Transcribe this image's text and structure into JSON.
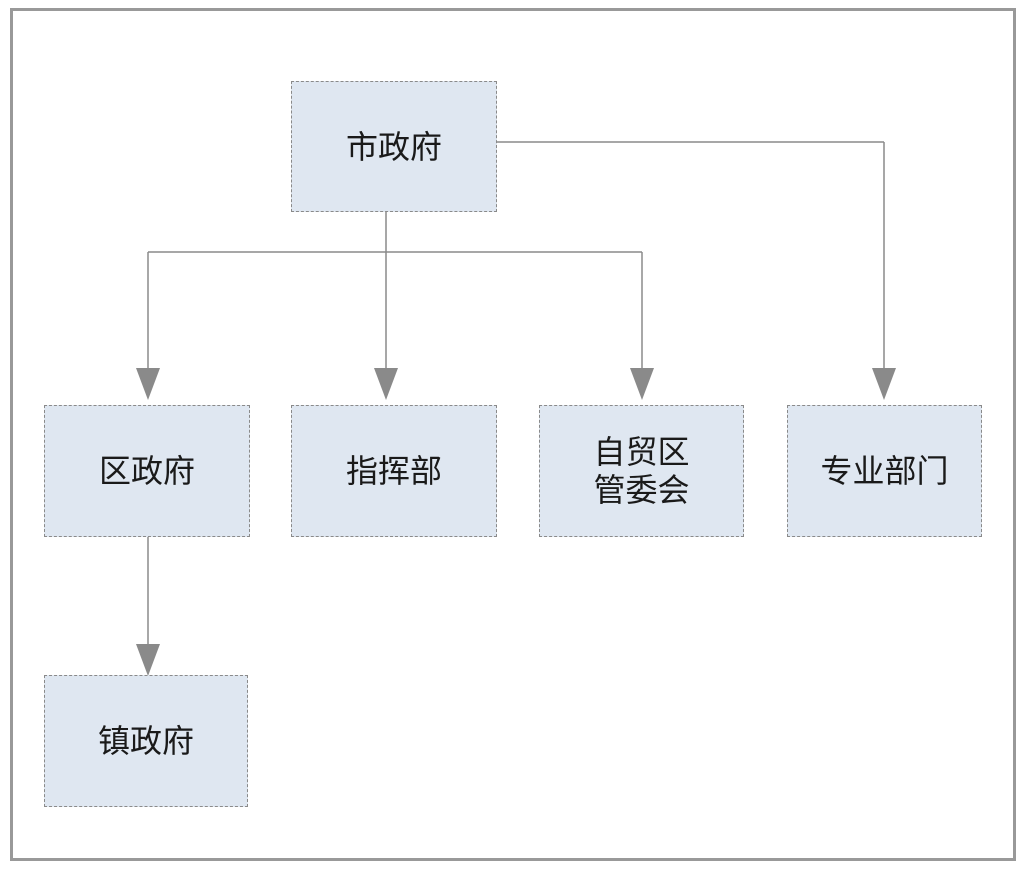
{
  "diagram": {
    "nodes": {
      "city_gov": {
        "label": "市政府"
      },
      "district_gov": {
        "label": "区政府"
      },
      "command": {
        "label": "指挥部"
      },
      "ftz_committee": {
        "line1": "自贸区",
        "line2": "管委会"
      },
      "departments": {
        "label": "专业部门"
      },
      "town_gov": {
        "label": "镇政府"
      }
    },
    "colors": {
      "node_fill": "#dfe7f1",
      "node_border": "#8a8a8a",
      "connector": "#8a8a8a",
      "frame": "#999999"
    }
  }
}
